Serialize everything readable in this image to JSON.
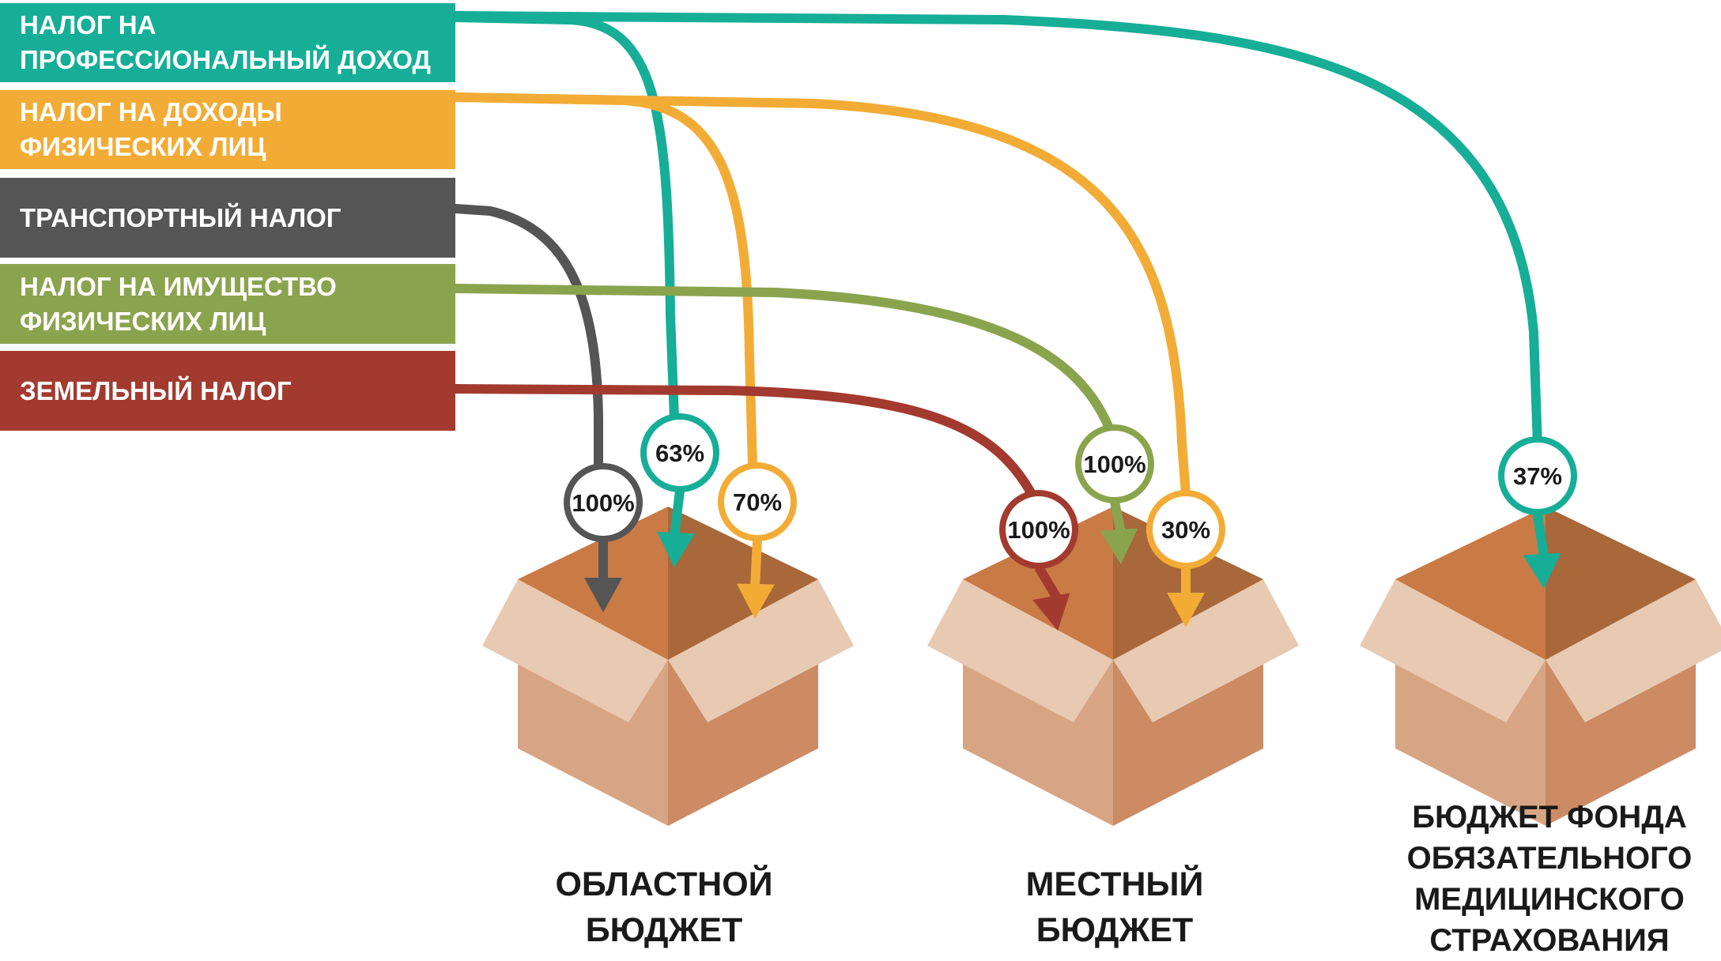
{
  "taxes": [
    {
      "id": "npd",
      "label": "НАЛОГ НА ПРОФЕССИОНАЛЬНЫЙ ДОХОД",
      "color": "#16AE97"
    },
    {
      "id": "ndfl",
      "label": "НАЛОГ НА ДОХОДЫ ФИЗИЧЕСКИХ ЛИЦ",
      "color": "#F2AC36"
    },
    {
      "id": "transport",
      "label": "ТРАНСПОРТНЫЙ НАЛОГ",
      "color": "#555555"
    },
    {
      "id": "property",
      "label": "НАЛОГ НА ИМУЩЕСТВО ФИЗИЧЕСКИХ ЛИЦ",
      "color": "#8AA44E"
    },
    {
      "id": "land",
      "label": "ЗЕМЕЛЬНЫЙ НАЛОГ",
      "color": "#A33A2F"
    }
  ],
  "budgets": [
    {
      "id": "regional",
      "title": "ОБЛАСТНОЙ БЮДЖЕТ"
    },
    {
      "id": "local",
      "title": "МЕСТНЫЙ БЮДЖЕТ"
    },
    {
      "id": "oms",
      "title": "БЮДЖЕТ ФОНДА ОБЯЗАТЕЛЬНОГО МЕДИЦИНСКОГО СТРАХОВАНИЯ"
    }
  ],
  "flows": [
    {
      "tax": "npd",
      "budget": "regional",
      "share": "63%"
    },
    {
      "tax": "npd",
      "budget": "oms",
      "share": "37%"
    },
    {
      "tax": "ndfl",
      "budget": "regional",
      "share": "70%"
    },
    {
      "tax": "ndfl",
      "budget": "local",
      "share": "30%"
    },
    {
      "tax": "transport",
      "budget": "regional",
      "share": "100%"
    },
    {
      "tax": "property",
      "budget": "local",
      "share": "100%"
    },
    {
      "tax": "land",
      "budget": "local",
      "share": "100%"
    }
  ]
}
